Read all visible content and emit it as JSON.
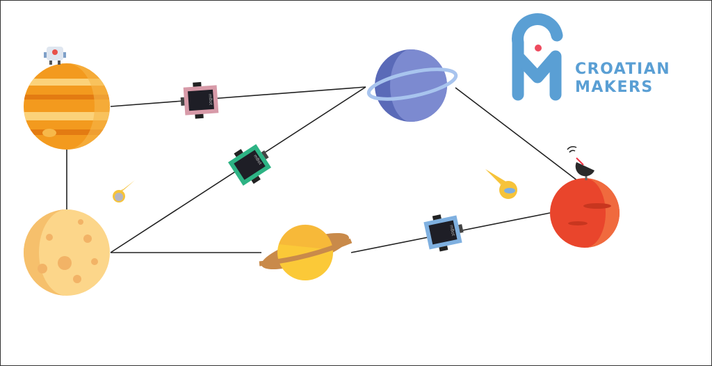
{
  "logo": {
    "line1": "CROATIAN",
    "line2": "MAKERS",
    "color": "#5a9fd4",
    "dot_color": "#ee4a5e"
  },
  "robot_label": "mBot",
  "colors": {
    "line": "#222222",
    "pink_robot": "#d79aa8",
    "green_robot": "#2db384",
    "blue_robot": "#7fb0e0"
  }
}
